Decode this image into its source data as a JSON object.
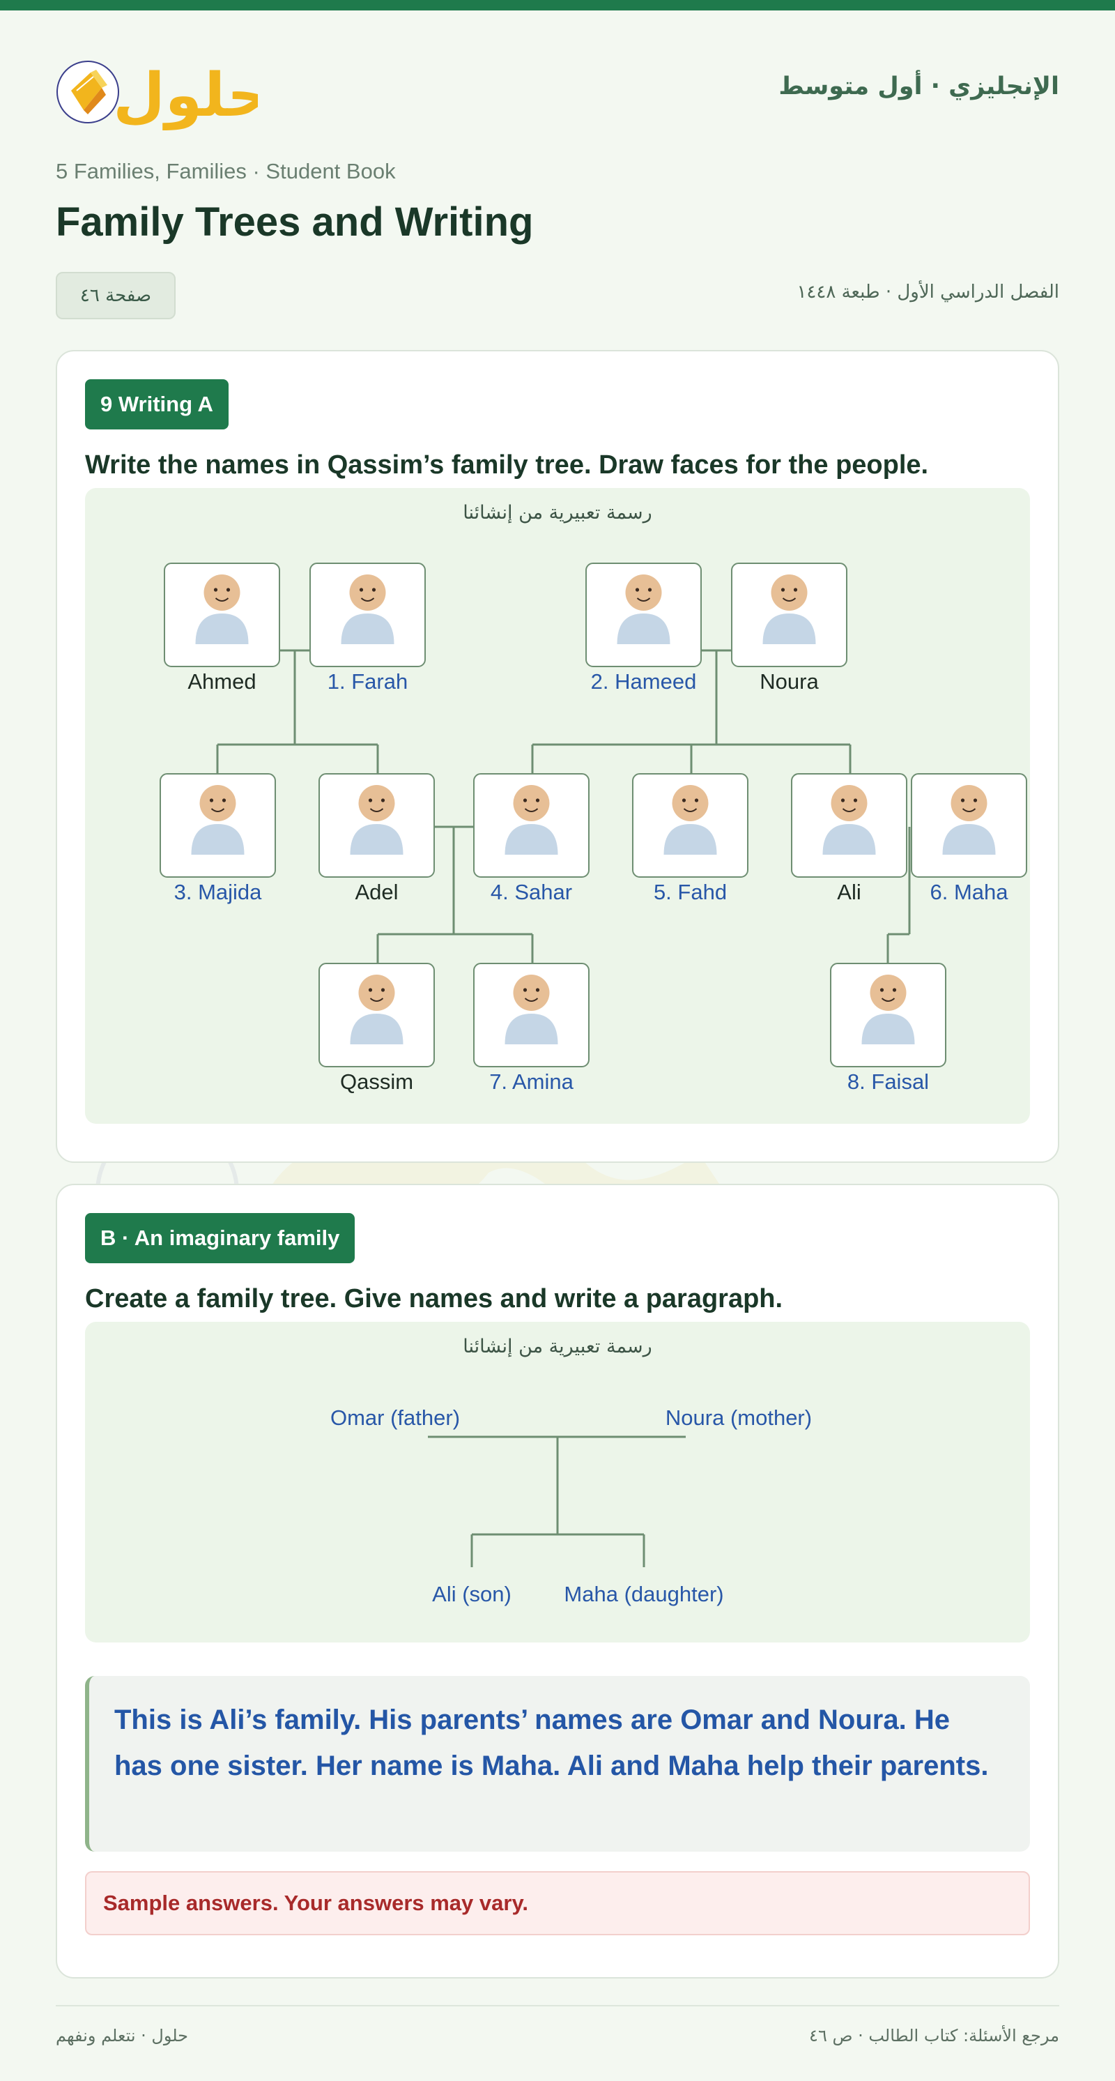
{
  "header": {
    "logo_text": "حلول",
    "subject": "الإنجليزي · أول متوسط"
  },
  "unit_line": "5 Families, Families · Student Book",
  "page_title": "Family Trees and Writing",
  "page_pill": "صفحة ٤٦",
  "term_line": "الفصل الدراسي الأول · طبعة ١٤٤٨",
  "section_a": {
    "badge": "9 Writing A",
    "instruction": "Write the names in Qassim’s family tree. Draw faces for the people.",
    "caption": "رسمة تعبيرية من إنشائنا",
    "people": [
      {
        "name": "Ahmed",
        "answer": false
      },
      {
        "name": "1. Farah",
        "answer": true
      },
      {
        "name": "2. Hameed",
        "answer": true
      },
      {
        "name": "Noura",
        "answer": false
      },
      {
        "name": "3. Majida",
        "answer": true
      },
      {
        "name": "Adel",
        "answer": false
      },
      {
        "name": "4. Sahar",
        "answer": true
      },
      {
        "name": "5. Fahd",
        "answer": true
      },
      {
        "name": "Ali",
        "answer": false
      },
      {
        "name": "6. Maha",
        "answer": true
      },
      {
        "name": "Qassim",
        "answer": false
      },
      {
        "name": "7. Amina",
        "answer": true
      },
      {
        "name": "8. Faisal",
        "answer": true
      }
    ]
  },
  "section_b": {
    "badge": "B · An imaginary family",
    "instruction": "Create a family tree. Give names and write a paragraph.",
    "caption": "رسمة تعبيرية من إنشائنا",
    "tree": {
      "father": "Omar (father)",
      "mother": "Noura (mother)",
      "son": "Ali (son)",
      "daughter": "Maha (daughter)"
    },
    "paragraph": "This is Ali’s family. His parents’ names are Omar and Noura. He has one sister. Her name is Maha. Ali and Maha help their parents.",
    "note": "Sample answers. Your answers may vary."
  },
  "footer": {
    "left": "حلول · نتعلم ونفهم",
    "right": "مرجع الأسئلة: كتاب الطالب · ص ٤٦"
  },
  "colors": {
    "brand_green": "#1f7a4c",
    "answer_blue": "#2857a8",
    "note_red": "#a82a2a",
    "panel_bg": "#ecf5e9"
  }
}
